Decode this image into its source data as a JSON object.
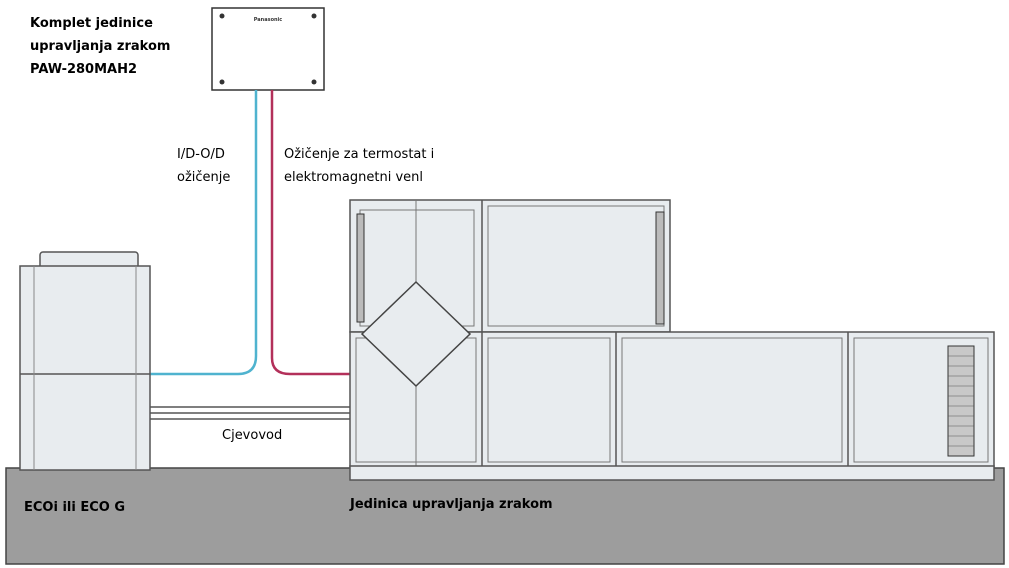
{
  "labels": {
    "kit_line1": "Komplet jedinice",
    "kit_line2": "upravljanja zrakom",
    "kit_line3": "PAW-280MAH2",
    "box_brand": "Panasonic",
    "io_line1": "I/D-O/D",
    "io_line2": "ožičenje",
    "thermo_line1": "Ožičenje za termostat i",
    "thermo_line2": "elektromagnetni venl",
    "piping": "Cjevovod",
    "outdoor_unit": "ECOi ili ECO G",
    "ahu": "Jedinica upravljanja zrakom"
  },
  "colors": {
    "io_wire": "#4fb3cf",
    "thermo_wire": "#b3305a",
    "ground": "#9d9d9d",
    "unit_fill": "#e8ecef",
    "outline": "#555555"
  }
}
